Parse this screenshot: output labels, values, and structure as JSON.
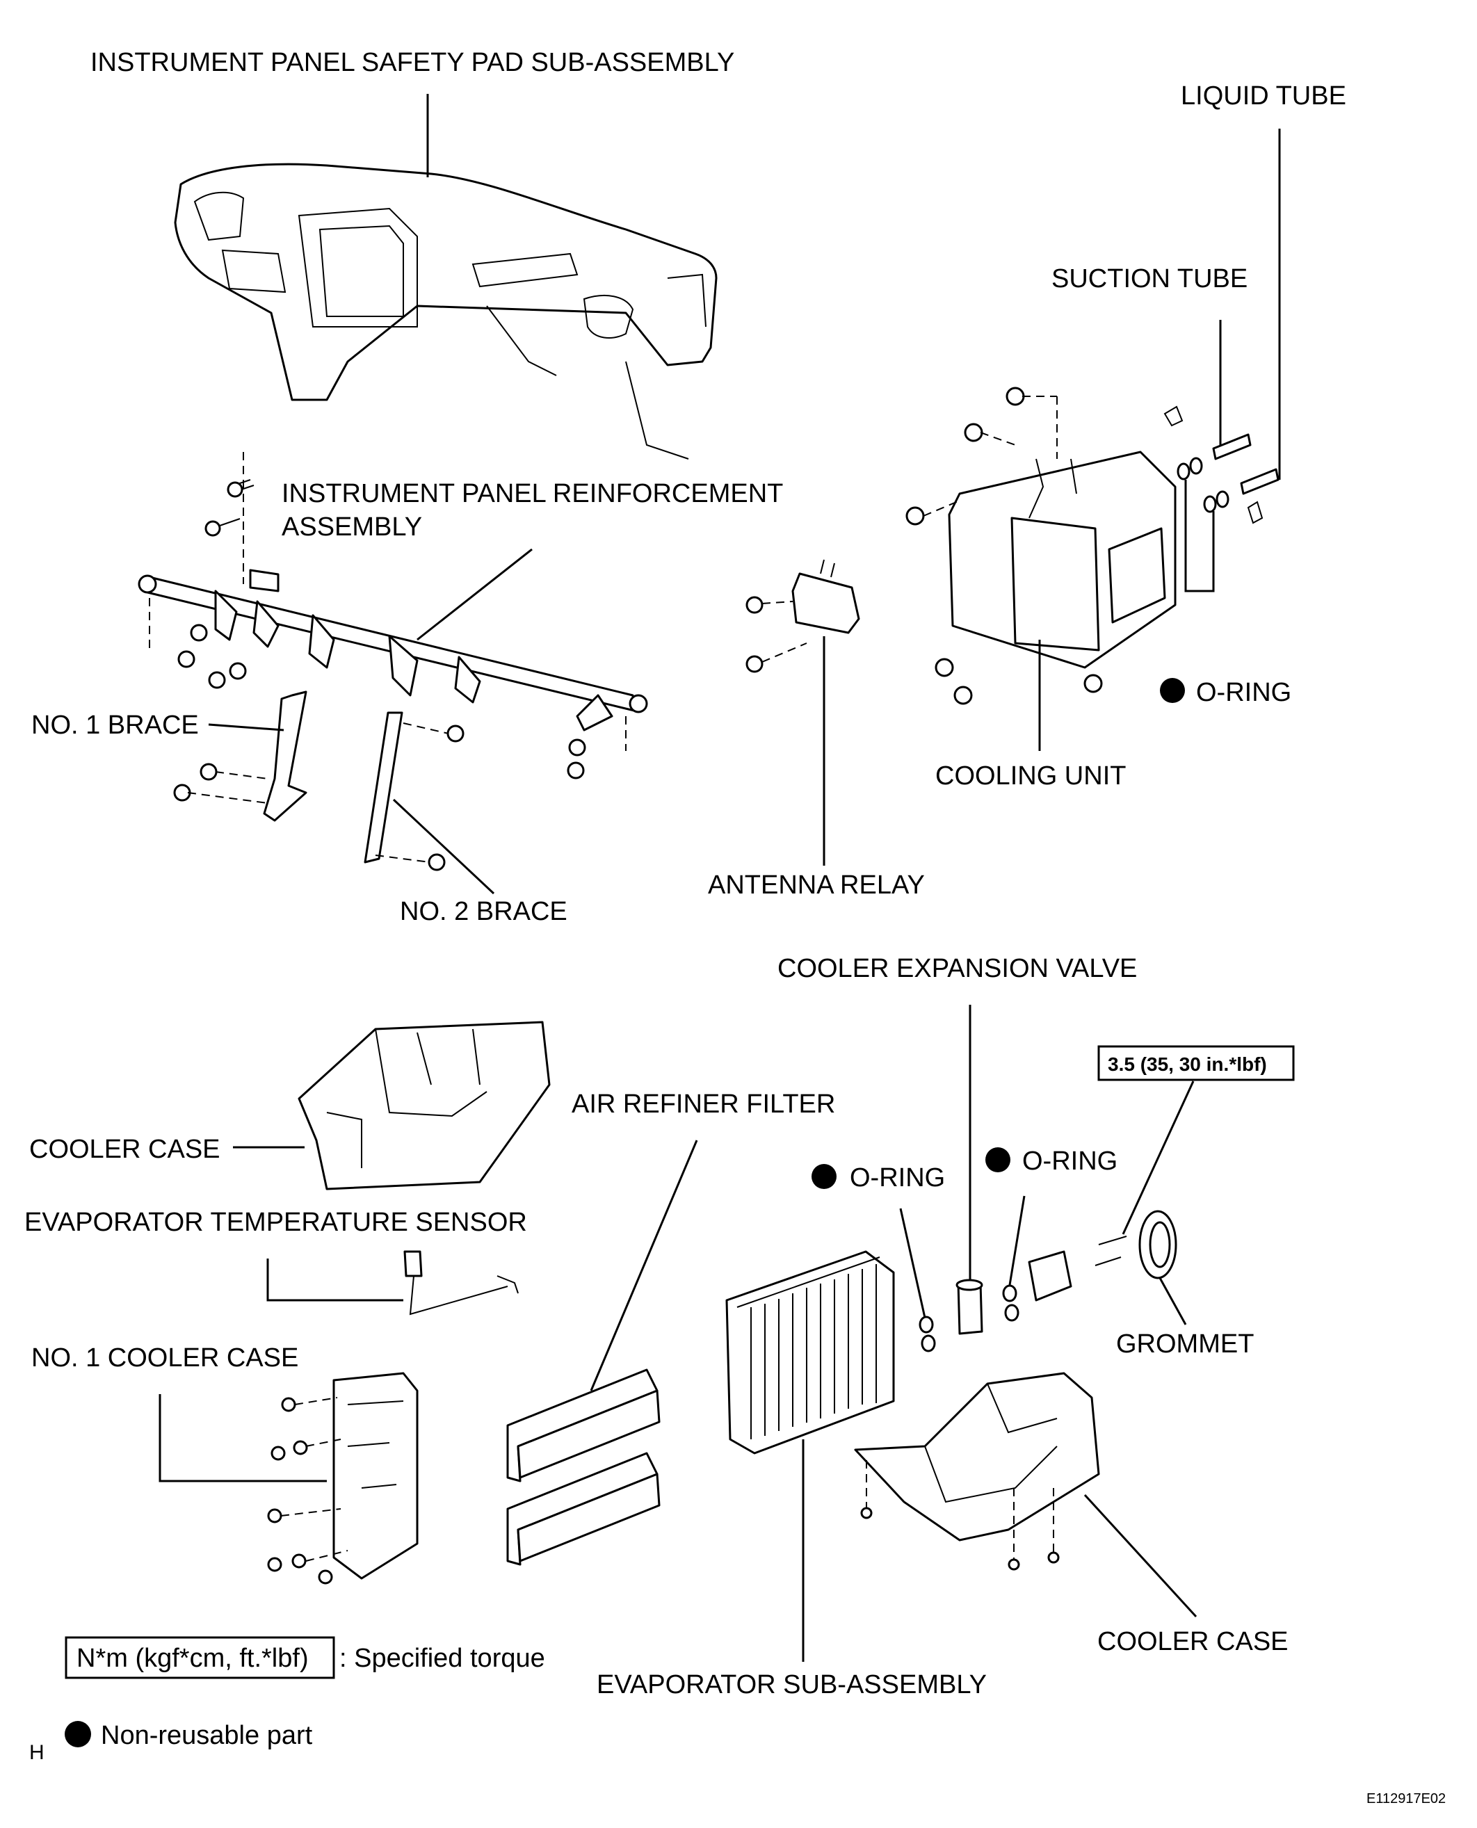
{
  "labels": {
    "safety_pad": "INSTRUMENT PANEL SAFETY PAD SUB-ASSEMBLY",
    "liquid_tube": "LIQUID TUBE",
    "suction_tube": "SUCTION TUBE",
    "reinforcement_line1": "INSTRUMENT PANEL REINFORCEMENT",
    "reinforcement_line2": "ASSEMBLY",
    "no1_brace": "NO. 1 BRACE",
    "no2_brace": "NO. 2 BRACE",
    "antenna_relay": "ANTENNA RELAY",
    "cooling_unit": "COOLING UNIT",
    "o_ring_top": "O-RING",
    "cooler_expansion_valve": "COOLER EXPANSION VALVE",
    "torque_value": "3.5 (35, 30 in.*lbf)",
    "air_refiner_filter": "AIR REFINER FILTER",
    "cooler_case_top": "COOLER CASE",
    "evaporator_temp_sensor": "EVAPORATOR TEMPERATURE SENSOR",
    "o_ring_left": "O-RING",
    "o_ring_right": "O-RING",
    "grommet": "GROMMET",
    "no1_cooler_case": "NO. 1 COOLER CASE",
    "cooler_case_bottom": "COOLER CASE",
    "evaporator_sub_assembly": "EVAPORATOR SUB-ASSEMBLY"
  },
  "legend": {
    "torque_box": "N*m (kgf*cm, ft.*lbf)",
    "torque_desc": ": Specified torque",
    "non_reusable": "Non-reusable part"
  },
  "footer": {
    "section_letter": "H",
    "figure_code": "E112917E02"
  },
  "colors": {
    "ink": "#000000",
    "paper": "#ffffff"
  }
}
